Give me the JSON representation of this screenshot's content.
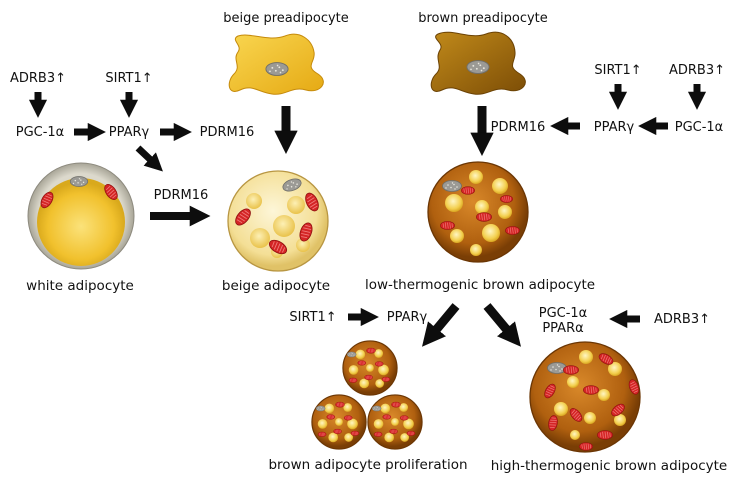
{
  "labels": {
    "adrb3_left": "ADRB3↑",
    "sirt1_left": "SIRT1↑",
    "pgc1a_left": "PGC-1α",
    "ppar_left": "PPARγ",
    "pdrm16_top_left": "PDRM16",
    "pdrm16_mid_left": "PDRM16",
    "beige_pre": "beige preadipocyte",
    "brown_pre": "brown preadipocyte",
    "sirt1_right": "SIRT1↑",
    "adrb3_right": "ADRB3↑",
    "pdrm16_right": "PDRM16",
    "ppar_right": "PPARγ",
    "pgc1a_right": "PGC-1α",
    "white_adipocyte": "white adipocyte",
    "beige_adipocyte": "beige adipocyte",
    "low_thermo": "low-thermogenic brown adipocyte",
    "sirt1_bottom": "SIRT1↑",
    "ppar_bottom": "PPARγ",
    "pgc1a_bottom": "PGC-1α",
    "ppara_bottom": "PPARα",
    "adrb3_bottom": "ADRB3↑",
    "proliferation": "brown adipocyte proliferation",
    "high_thermo": "high-thermogenic brown adipocyte"
  },
  "colors": {
    "arrow": "#0d0d0d",
    "white_cell_fill": "#f4c93a",
    "white_cell_rim": "#c9c6b8",
    "beige_cell_fill": "#f6e3a2",
    "brown_cell_fill": "#b96510",
    "mitochondria": "#d42525",
    "nucleus": "#9b9a95",
    "beige_preadipocyte": "#f3c531",
    "brown_preadipocyte": "#a8720f"
  }
}
